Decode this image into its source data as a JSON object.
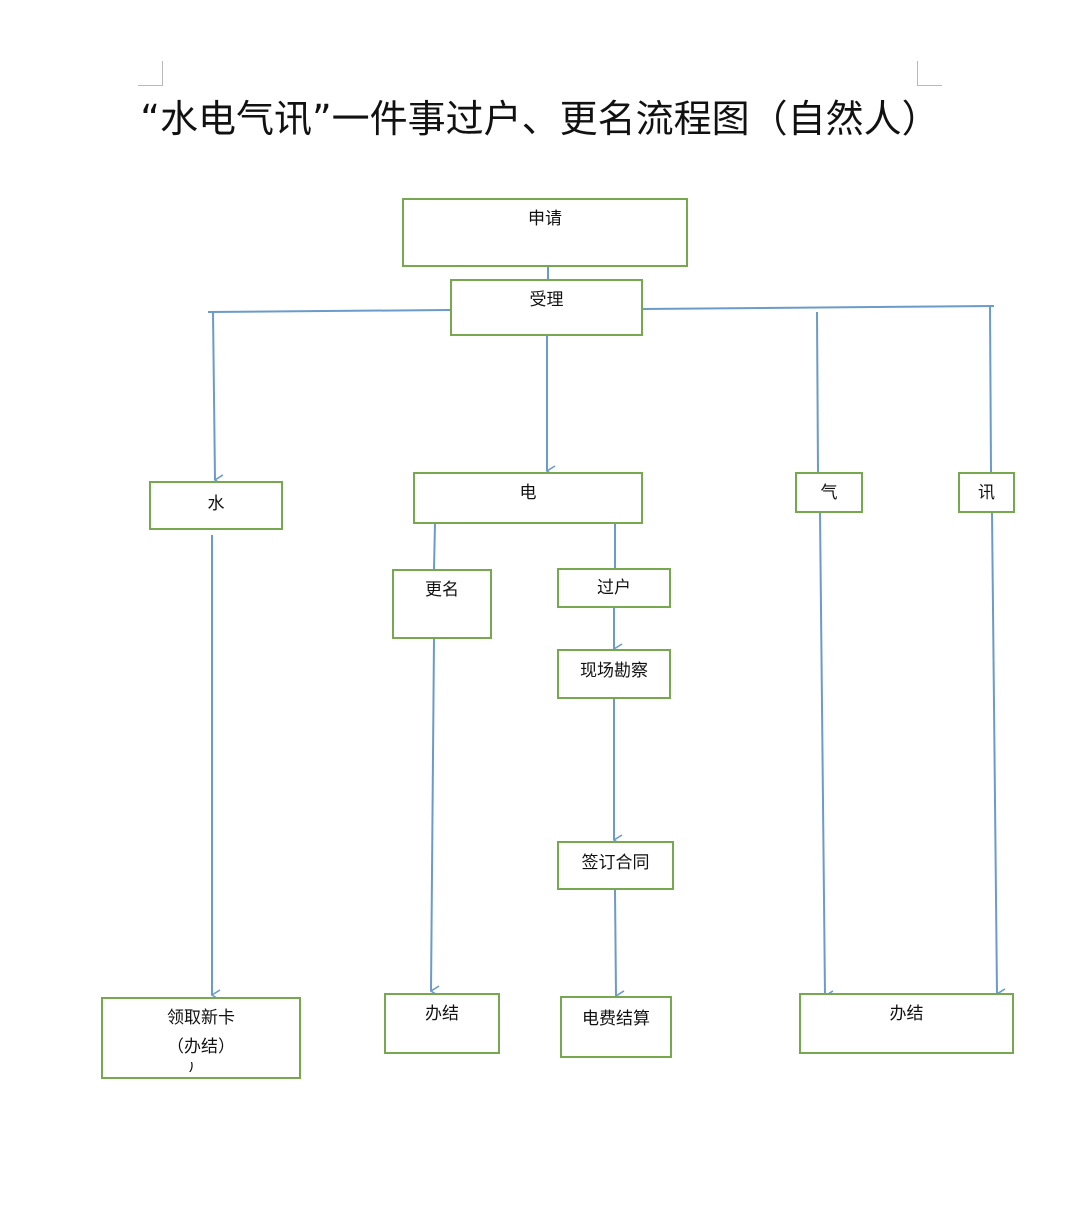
{
  "title": "“水电气讯”一件事过户、更名流程图（自然人）",
  "colors": {
    "box_border": "#77a84f",
    "connector": "#6b9bc8"
  },
  "nodes": {
    "apply": "申请",
    "accept": "受理",
    "water": "水",
    "electric": "电",
    "gas": "气",
    "telecom": "讯",
    "rename": "更名",
    "transfer": "过户",
    "site_survey": "现场勘察",
    "sign_contract": "签订合同",
    "water_done_line1": "领取新卡",
    "water_done_line2": "（办结）",
    "water_done_line3": "）",
    "rename_done": "办结",
    "bill_settlement": "电费结算",
    "gas_telecom_done": "办结"
  },
  "edges": [
    {
      "from": "apply",
      "to": "accept"
    },
    {
      "from": "accept",
      "to": "water"
    },
    {
      "from": "accept",
      "to": "electric"
    },
    {
      "from": "accept",
      "to": "gas"
    },
    {
      "from": "accept",
      "to": "telecom"
    },
    {
      "from": "electric",
      "to": "rename"
    },
    {
      "from": "electric",
      "to": "transfer"
    },
    {
      "from": "transfer",
      "to": "site_survey"
    },
    {
      "from": "site_survey",
      "to": "sign_contract"
    },
    {
      "from": "sign_contract",
      "to": "bill_settlement"
    },
    {
      "from": "water",
      "to": "water_done"
    },
    {
      "from": "rename",
      "to": "rename_done"
    },
    {
      "from": "gas",
      "to": "gas_telecom_done"
    },
    {
      "from": "telecom",
      "to": "gas_telecom_done"
    }
  ]
}
